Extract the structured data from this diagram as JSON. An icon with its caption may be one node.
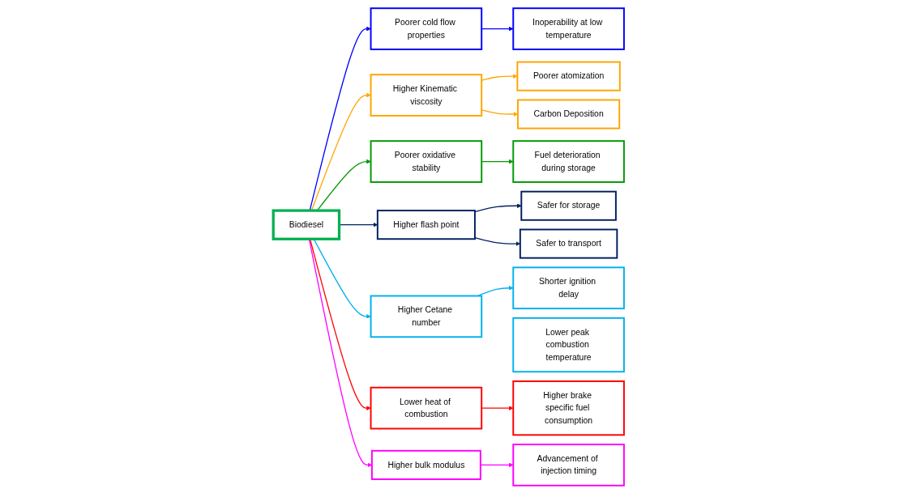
{
  "diagram": {
    "nodes": [
      {
        "text": [
          "Biodiesel"
        ]
      },
      {
        "text": [
          "Poorer cold flow properties"
        ]
      },
      {
        "text": [
          "Inoperability at low temperature"
        ]
      },
      {
        "text": [
          "Higher Kinematic viscosity"
        ]
      },
      {
        "text": [
          "Poorer atomization"
        ]
      },
      {
        "text": [
          "Carbon Deposition"
        ]
      },
      {
        "text": [
          "Poorer oxidative stability"
        ]
      },
      {
        "text": [
          "Fuel deterioration during storage"
        ]
      },
      {
        "text": [
          "Higher flash point"
        ]
      },
      {
        "text": [
          "Safer for storage"
        ]
      },
      {
        "text": [
          "Safer to transport"
        ]
      },
      {
        "text": [
          "Higher Cetane number"
        ]
      },
      {
        "text": [
          "Shorter ignition delay"
        ]
      },
      {
        "text": [
          "Lower peak combustion temperature"
        ]
      },
      {
        "text": [
          "Lower heat of combustion"
        ]
      },
      {
        "text": [
          "Higher brake specific fuel consumption"
        ]
      },
      {
        "text": [
          "Higher bulk modulus"
        ]
      },
      {
        "text": [
          "Advancement of injection timing"
        ]
      }
    ],
    "edges": [
      {
        "from": 0,
        "to": 1,
        "arrow": "to",
        "color": "#0000ff"
      },
      {
        "from": 1,
        "to": 2,
        "arrow": "to",
        "color": "#0000ff"
      },
      {
        "from": 0,
        "to": 3,
        "arrow": "to",
        "color": "#ffa500"
      },
      {
        "from": 3,
        "to": 4,
        "arrow": "to",
        "color": "#ffa500"
      },
      {
        "from": 3,
        "to": 5,
        "arrow": "to",
        "color": "#ffa500"
      },
      {
        "from": 0,
        "to": 6,
        "arrow": "to",
        "color": "#009900"
      },
      {
        "from": 6,
        "to": 7,
        "arrow": "to",
        "color": "#009900"
      },
      {
        "from": 0,
        "to": 8,
        "arrow": "to",
        "color": "#002060"
      },
      {
        "from": 8,
        "to": 9,
        "arrow": "to",
        "color": "#002060"
      },
      {
        "from": 8,
        "to": 10,
        "arrow": "to",
        "color": "#002060"
      },
      {
        "from": 0,
        "to": 11,
        "arrow": "to",
        "color": "#00b0f0"
      },
      {
        "from": 11,
        "to": 12,
        "arrow": "to",
        "color": "#00b0f0"
      },
      {
        "from": 0,
        "to": 14,
        "arrow": "to",
        "color": "#ff0000"
      },
      {
        "from": 14,
        "to": 15,
        "arrow": "to",
        "color": "#ff0000"
      },
      {
        "from": 0,
        "to": 16,
        "arrow": "to",
        "color": "#ff00ff"
      },
      {
        "from": 16,
        "to": 17,
        "arrow": "to",
        "color": "#ff00ff"
      }
    ]
  }
}
